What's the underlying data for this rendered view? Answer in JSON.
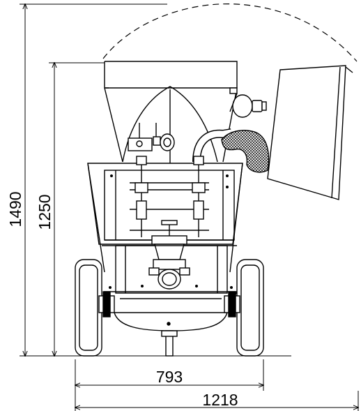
{
  "dimensions": {
    "overall_height": "1490",
    "hopper_height": "1250",
    "track_width": "793",
    "overall_width": "1218"
  },
  "colors": {
    "line": "#000000",
    "background": "#ffffff",
    "hatch": "#000000"
  }
}
